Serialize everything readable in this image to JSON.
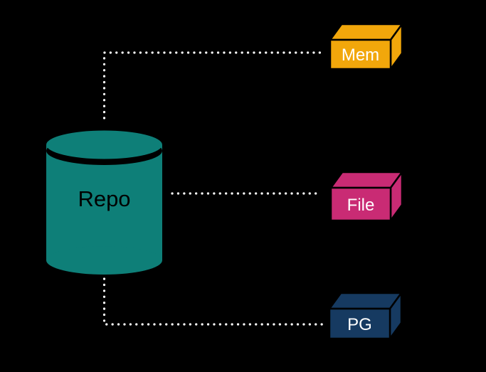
{
  "diagram": {
    "background_color": "#000000",
    "edge_outline_color": "#000000",
    "connector_color": "#ffffff",
    "repo_node": {
      "label": "Repo",
      "shape": "cylinder",
      "fill": "#0e7f78",
      "label_color": "#000000"
    },
    "backend_nodes": [
      {
        "label": "Mem",
        "shape": "box-3d",
        "fill": "#f2a70b",
        "label_color": "#ffffff"
      },
      {
        "label": "File",
        "shape": "box-3d",
        "fill": "#c92b74",
        "label_color": "#ffffff"
      },
      {
        "label": "PG",
        "shape": "box-3d",
        "fill": "#163a61",
        "label_color": "#ffffff"
      }
    ],
    "connectors": [
      {
        "from": "Repo",
        "to": "Mem",
        "style": "dotted"
      },
      {
        "from": "Repo",
        "to": "File",
        "style": "dotted"
      },
      {
        "from": "Repo",
        "to": "PG",
        "style": "dotted"
      }
    ]
  }
}
